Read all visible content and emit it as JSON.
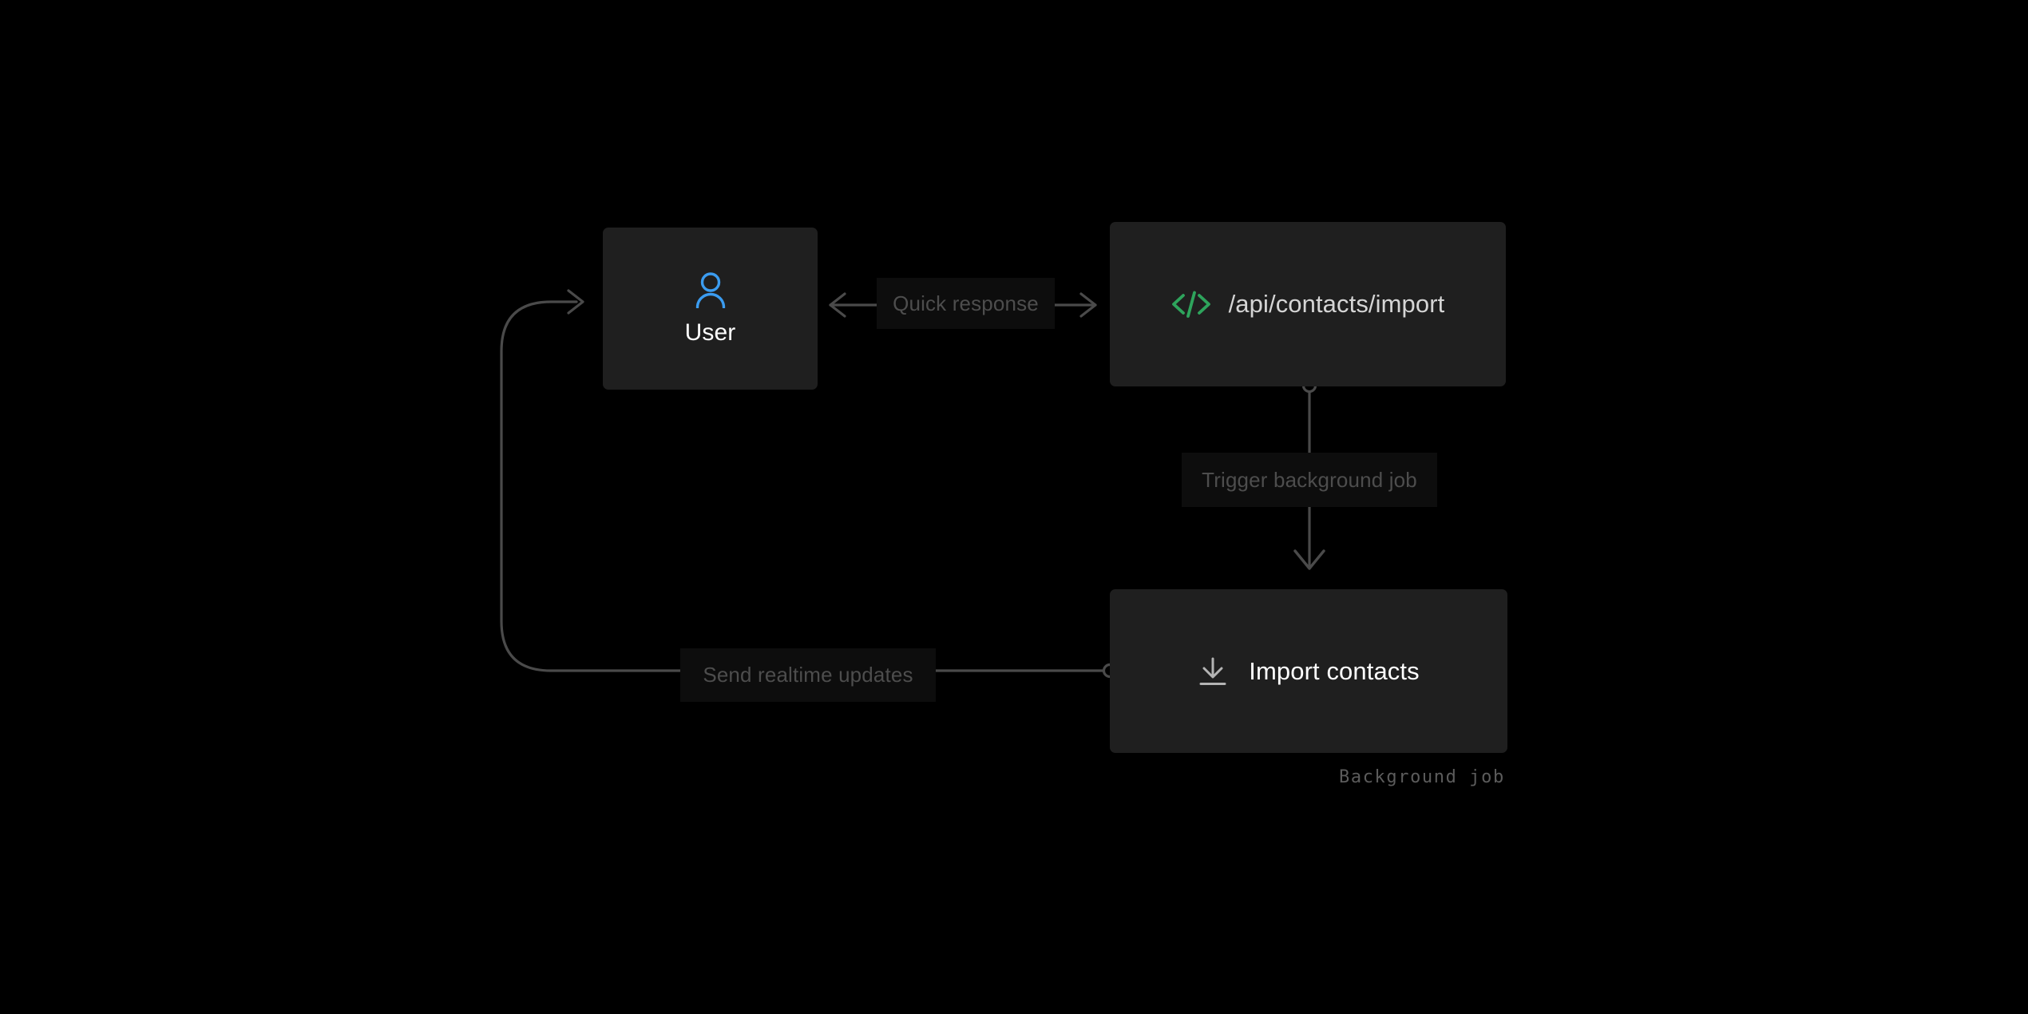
{
  "diagram": {
    "background_color": "#000000",
    "node_fill_color": "#1f1f1f",
    "edge_color": "#4a4a4a",
    "label_chip_color": "#0d0d0d",
    "label_text_color": "#4d4d4d"
  },
  "nodes": [
    {
      "id": "user",
      "label": "User",
      "icon": "user-icon",
      "icon_color": "#3b9cf0",
      "text_color": "#ffffff"
    },
    {
      "id": "api",
      "label": "/api/contacts/import",
      "icon": "code-brackets-icon",
      "icon_color": "#2ea45c",
      "text_color": "#d5d5d5"
    },
    {
      "id": "import",
      "label": "Import contacts",
      "icon": "download-icon",
      "icon_color": "#b4b4b4",
      "text_color": "#ffffff",
      "caption": "Background job"
    }
  ],
  "edges": [
    {
      "id": "user-to-api",
      "label": "Quick response",
      "from": "api",
      "to": "user",
      "direction": "bidirectional"
    },
    {
      "id": "api-to-import",
      "label": "Trigger background job",
      "from": "api",
      "to": "import",
      "direction": "down"
    },
    {
      "id": "import-to-user",
      "label": "Send realtime updates",
      "from": "import",
      "to": "user",
      "direction": "left-loop"
    }
  ]
}
